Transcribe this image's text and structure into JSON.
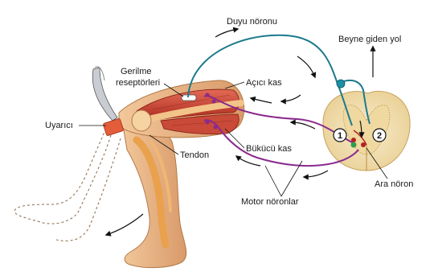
{
  "labels": {
    "sensory_neuron": "Duyu nöronu",
    "to_brain": "Beyne giden yol",
    "stretch_receptors_1": "Gerilme",
    "stretch_receptors_2": "reseptörleri",
    "extensor": "Açıcı kas",
    "stimulus": "Uyarıcı",
    "tendon": "Tendon",
    "flexor": "Bükücü kas",
    "interneuron": "Ara nöron",
    "motor_neurons": "Motor nöronlar",
    "synapse_1": "1",
    "synapse_2": "2"
  },
  "colors": {
    "sensory": "#1b7a8c",
    "motor": "#8a2a8e",
    "muscle": "#c0392b",
    "bone": "#e8a25a",
    "cord": "#f3e2b6"
  },
  "icons": [
    "reflex-hammer-icon",
    "spinal-cord-icon",
    "leg-icon"
  ]
}
